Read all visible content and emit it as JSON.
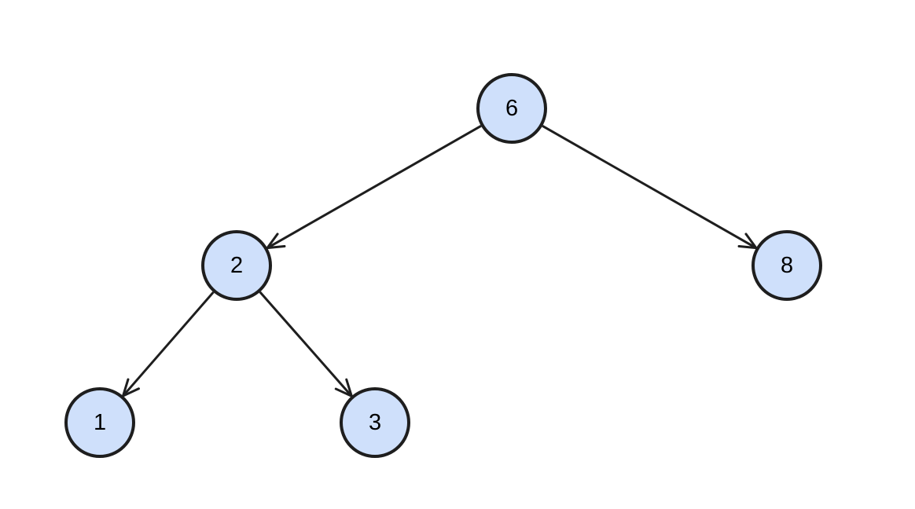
{
  "tree": {
    "node_fill": "#cfe0fb",
    "node_stroke": "#1e1e1e",
    "nodes": [
      {
        "id": "n6",
        "label": "6"
      },
      {
        "id": "n2",
        "label": "2"
      },
      {
        "id": "n8",
        "label": "8"
      },
      {
        "id": "n1",
        "label": "1"
      },
      {
        "id": "n3",
        "label": "3"
      }
    ],
    "edges": [
      {
        "from": "n6",
        "to": "n2"
      },
      {
        "from": "n6",
        "to": "n8"
      },
      {
        "from": "n2",
        "to": "n1"
      },
      {
        "from": "n2",
        "to": "n3"
      }
    ]
  }
}
